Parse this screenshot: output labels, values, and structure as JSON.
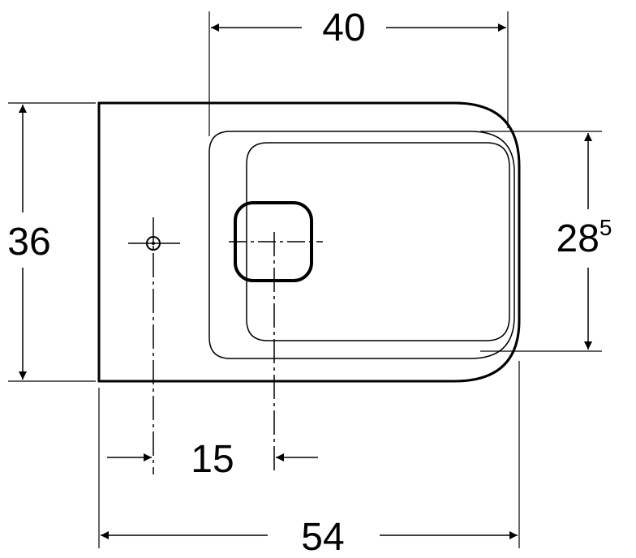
{
  "dimensions": {
    "top_width": "40",
    "height_left": "36",
    "bowl_depth_main": "28",
    "bowl_depth_superscript": "5",
    "offset": "15",
    "total_width": "54"
  },
  "colors": {
    "line": "#000000",
    "background": "#ffffff"
  }
}
